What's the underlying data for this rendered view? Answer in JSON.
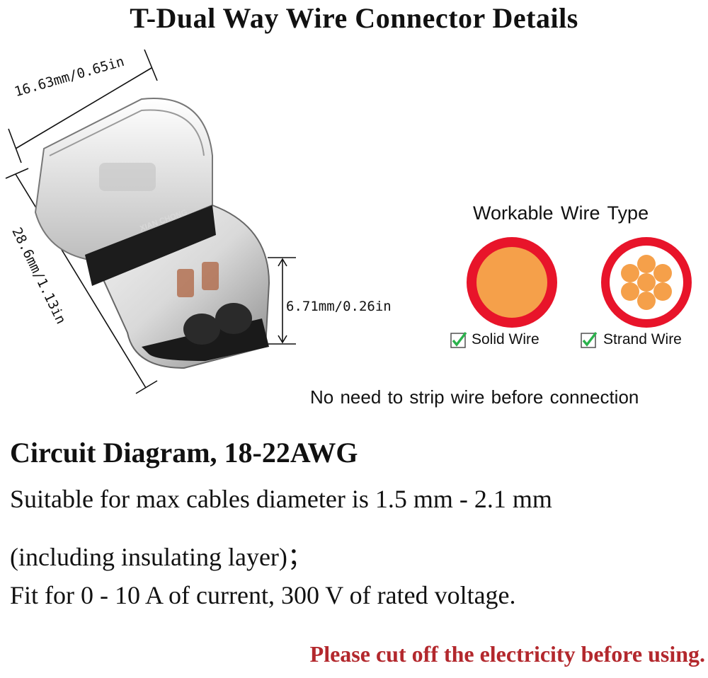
{
  "title": "T-Dual Way Wire Connector Details",
  "connector": {
    "brand_text": "XIAN CHONG",
    "dim_width": "16.63mm/0.65in",
    "dim_length": "28.6mm/1.13in",
    "dim_height": "6.71mm/0.26in"
  },
  "wire_types": {
    "title": "Workable Wire Type",
    "solid_label": "Solid Wire",
    "strand_label": "Strand Wire",
    "colors": {
      "insulation": "#e8142a",
      "conductor": "#f5a04a",
      "check": "#2bb24c"
    }
  },
  "note": "No need to strip wire before connection",
  "specs": {
    "heading": "Circuit Diagram, 18-22AWG",
    "line1": "Suitable for max cables diameter is 1.5 mm - 2.1 mm",
    "line2": "(including insulating layer)；",
    "line3": "Fit for 0 - 10 A of current, 300 V of rated voltage."
  },
  "warning": "Please cut off the electricity before using."
}
